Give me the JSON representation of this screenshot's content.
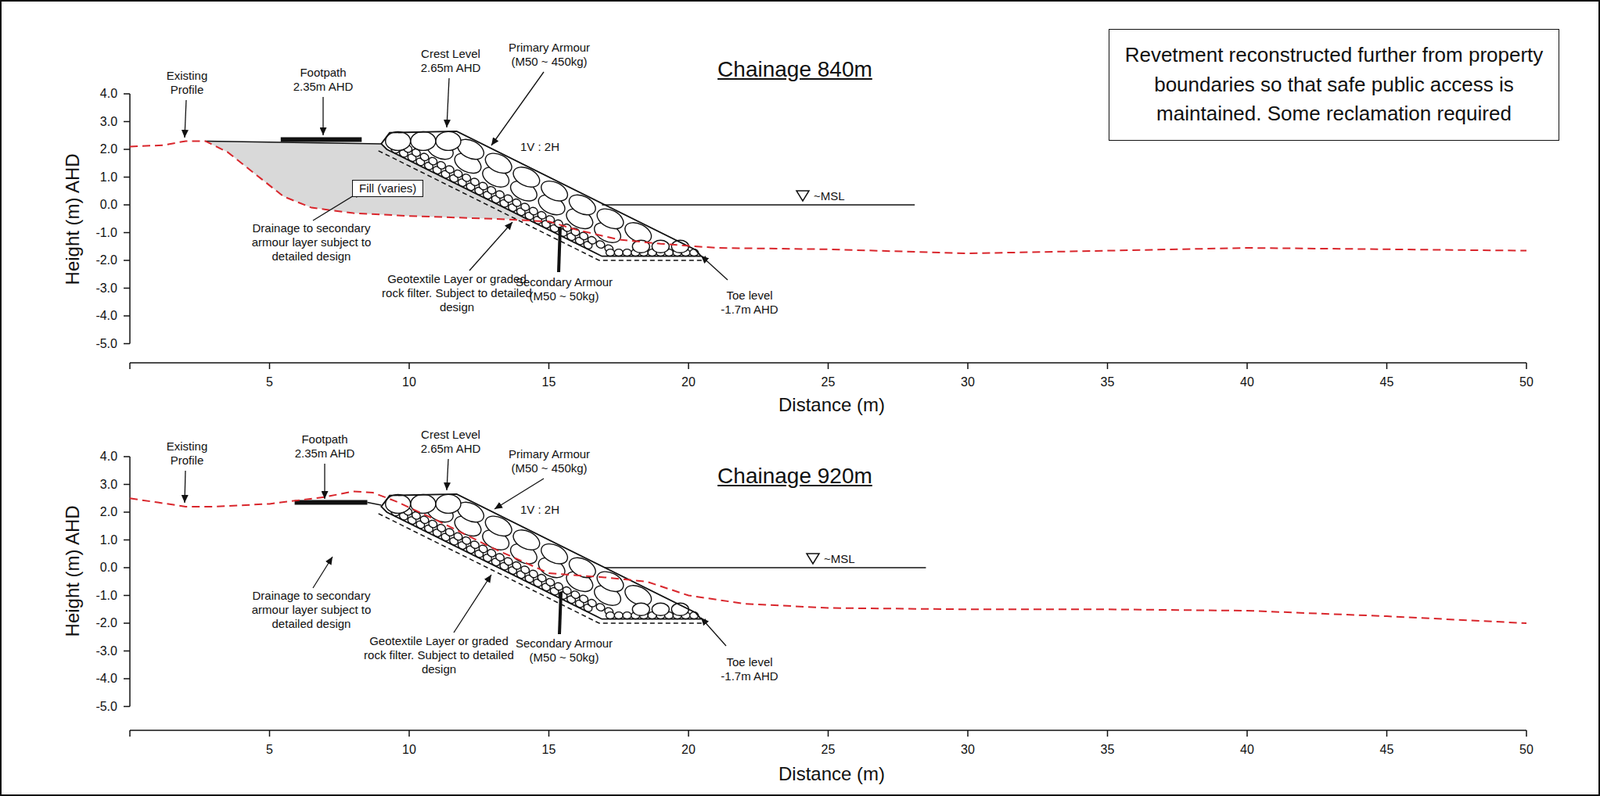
{
  "diagram": {
    "nodes": [
      {
        "text": [
          "Revetment reconstructed further from property boundaries so that safe public access is maintained. Some reclamation required"
        ]
      },
      {
        "text": [
          "Fill (varies)"
        ]
      }
    ],
    "labels": [
      "Existing Profile",
      "Footpath 2.35m AHD",
      "Crest Level 2.65m AHD",
      "Primary Armour (M50 ~ 450kg)",
      "Chainage 840m",
      "1V : 2H",
      "~MSL",
      "Drainage to secondary armour layer subject to detailed design",
      "Geotextile Layer or graded rock filter. Subject to detailed design",
      "Secondary Armour (M50 ~ 50kg)",
      "Toe level -1.7m AHD",
      "Height (m) AHD",
      "4.0",
      "3.0",
      "2.0",
      "1.0",
      "0.0",
      "-1.0",
      "-2.0",
      "-3.0",
      "-4.0",
      "-5.0",
      "5",
      "10",
      "15",
      "20",
      "25",
      "30",
      "35",
      "40",
      "45",
      "50",
      "Distance (m)",
      "Existing Profile",
      "Footpath 2.35m AHD",
      "Crest Level 2.65m AHD",
      "Primary Armour (M50 ~ 450kg)",
      "Chainage 920m",
      "1V : 2H",
      "~MSL",
      "Drainage to secondary armour layer subject to detailed design",
      "Geotextile Layer or graded rock filter. Subject to detailed design",
      "Secondary Armour (M50 ~ 50kg)",
      "Toe level -1.7m AHD",
      "Height (m) AHD",
      "4.0",
      "3.0",
      "2.0",
      "1.0",
      "0.0",
      "-1.0",
      "-2.0",
      "-3.0",
      "-4.0",
      "-5.0",
      "5",
      "10",
      "15",
      "20",
      "25",
      "30",
      "35",
      "40",
      "45",
      "50",
      "Distance (m)"
    ]
  }
}
